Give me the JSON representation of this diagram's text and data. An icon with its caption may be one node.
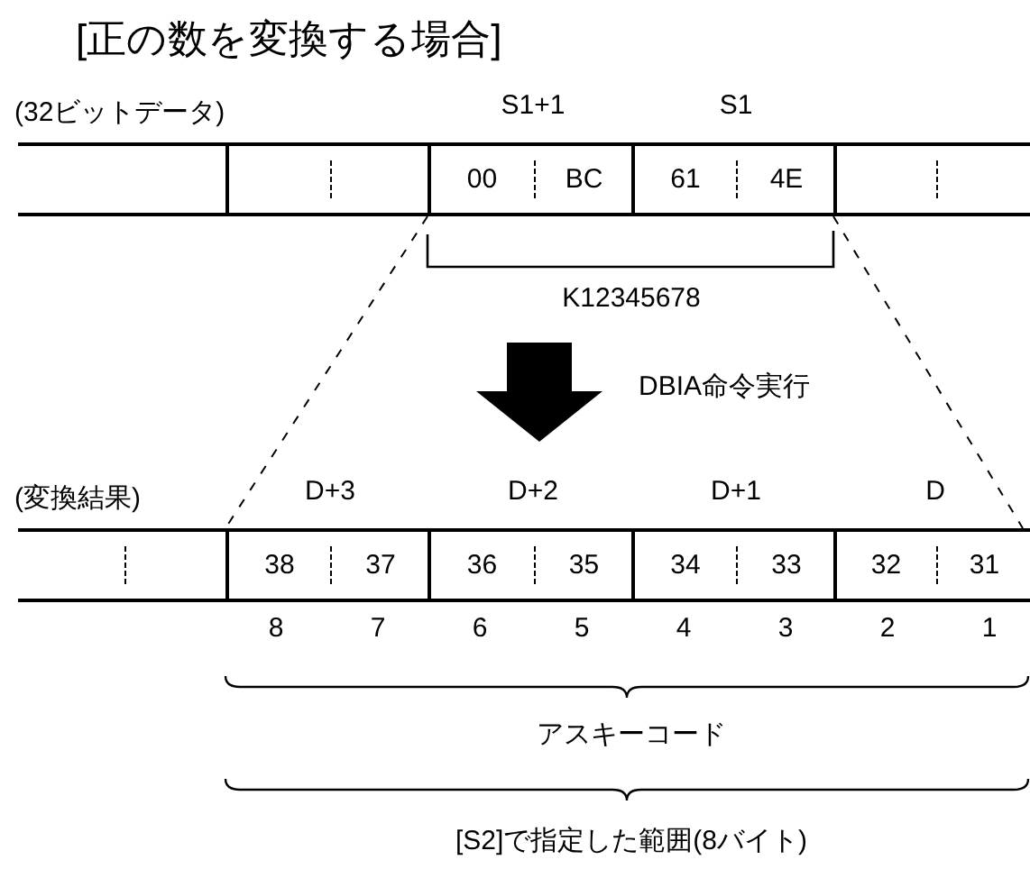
{
  "diagram": {
    "title": "[正の数を変換する場合]",
    "nodes": [
      {
        "text": [],
        "shape": "box"
      },
      {
        "text": [],
        "shape": "box"
      },
      {
        "text": [
          "S1+1",
          "00",
          "BC"
        ]
      },
      {
        "text": [
          "S1",
          "61",
          "4E"
        ]
      },
      {
        "text": [],
        "shape": "box"
      },
      {
        "text": [],
        "shape": "box"
      },
      {
        "text": [
          "D+3",
          "38",
          "37"
        ]
      },
      {
        "text": [
          "D+2",
          "36",
          "35"
        ]
      },
      {
        "text": [
          "D+1",
          "34",
          "33"
        ]
      },
      {
        "text": [
          "D",
          "32",
          "31"
        ]
      }
    ],
    "edges": [
      {
        "from": 2,
        "to": 6,
        "arrow": "none",
        "style": "dashed"
      },
      {
        "from": 3,
        "to": 9,
        "arrow": "none",
        "style": "dashed"
      }
    ],
    "labels": [
      "(32ビットデータ)",
      "K12345678",
      "DBIA命令実行",
      "(変換結果)",
      "8",
      "7",
      "6",
      "5",
      "4",
      "3",
      "2",
      "1",
      "アスキーコード",
      "[S2]で指定した範囲(8バイト)"
    ]
  }
}
